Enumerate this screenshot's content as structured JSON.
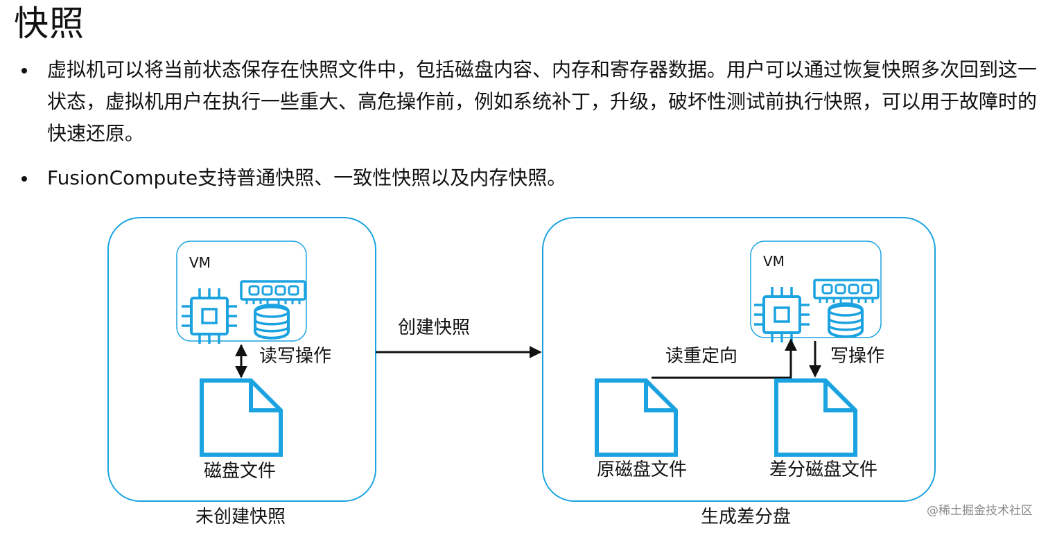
{
  "slide": {
    "title": "快照",
    "bullets": [
      "虚拟机可以将当前状态保存在快照文件中，包括磁盘内容、内存和寄存器数据。用户可以通过恢复快照多次回到这一状态，虚拟机用户在执行一些重大、高危操作前，例如系统补丁，升级，破坏性测试前执行快照，可以用于故障时的快速还原。",
      "FusionCompute支持普通快照、一致性快照以及内存快照。"
    ]
  },
  "diagram": {
    "accent_color": "#1aa3e0",
    "left_panel": {
      "caption": "未创建快照",
      "vm_label": "VM",
      "io_label": "读写操作",
      "disk_label": "磁盘文件",
      "icons": [
        "cpu-icon",
        "memory-icon",
        "database-icon",
        "file-icon"
      ]
    },
    "transition_label": "创建快照",
    "right_panel": {
      "caption": "生成差分盘",
      "vm_label": "VM",
      "redirect_label": "读重定向",
      "write_label": "写操作",
      "original_disk_label": "原磁盘文件",
      "diff_disk_label": "差分磁盘文件",
      "icons": [
        "cpu-icon",
        "memory-icon",
        "database-icon",
        "file-icon",
        "file-icon"
      ]
    }
  },
  "watermark": "@稀土掘金技术社区"
}
